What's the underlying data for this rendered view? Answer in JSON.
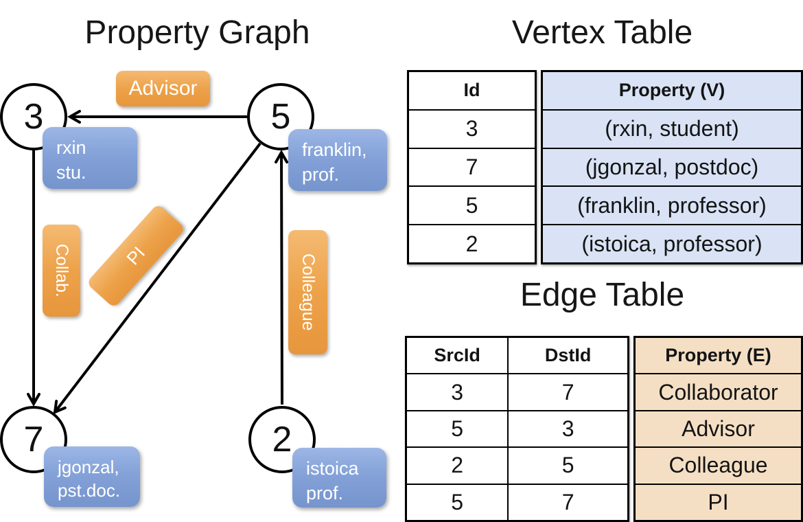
{
  "titles": {
    "graph": "Property Graph",
    "vertex_table": "Vertex Table",
    "edge_table": "Edge Table"
  },
  "colors": {
    "edge_label_orange": "#eda24a",
    "vertex_box_blue": "#7e9cd4",
    "vertex_table_fill": "#d9e3f5",
    "edge_table_fill": "#f5dfc4",
    "graph_line": "#000000",
    "box_text": "#ffffff"
  },
  "graph": {
    "nodes": [
      {
        "id": "3",
        "property_lines": [
          "rxin",
          "stu."
        ]
      },
      {
        "id": "5",
        "property_lines": [
          "franklin,",
          "prof."
        ]
      },
      {
        "id": "7",
        "property_lines": [
          "jgonzal,",
          "pst.doc."
        ]
      },
      {
        "id": "2",
        "property_lines": [
          "istoica",
          "prof."
        ]
      }
    ],
    "edge_labels": [
      {
        "label": "Advisor"
      },
      {
        "label": "Collab."
      },
      {
        "label": "PI"
      },
      {
        "label": "Colleague"
      }
    ]
  },
  "vertex_table": {
    "headers": [
      "Id",
      "Property (V)"
    ],
    "rows": [
      [
        "3",
        "(rxin, student)"
      ],
      [
        "7",
        "(jgonzal, postdoc)"
      ],
      [
        "5",
        "(franklin, professor)"
      ],
      [
        "2",
        "(istoica, professor)"
      ]
    ]
  },
  "edge_table": {
    "headers": [
      "SrcId",
      "DstId",
      "Property (E)"
    ],
    "rows": [
      [
        "3",
        "7",
        "Collaborator"
      ],
      [
        "5",
        "3",
        "Advisor"
      ],
      [
        "2",
        "5",
        "Colleague"
      ],
      [
        "5",
        "7",
        "PI"
      ]
    ]
  }
}
